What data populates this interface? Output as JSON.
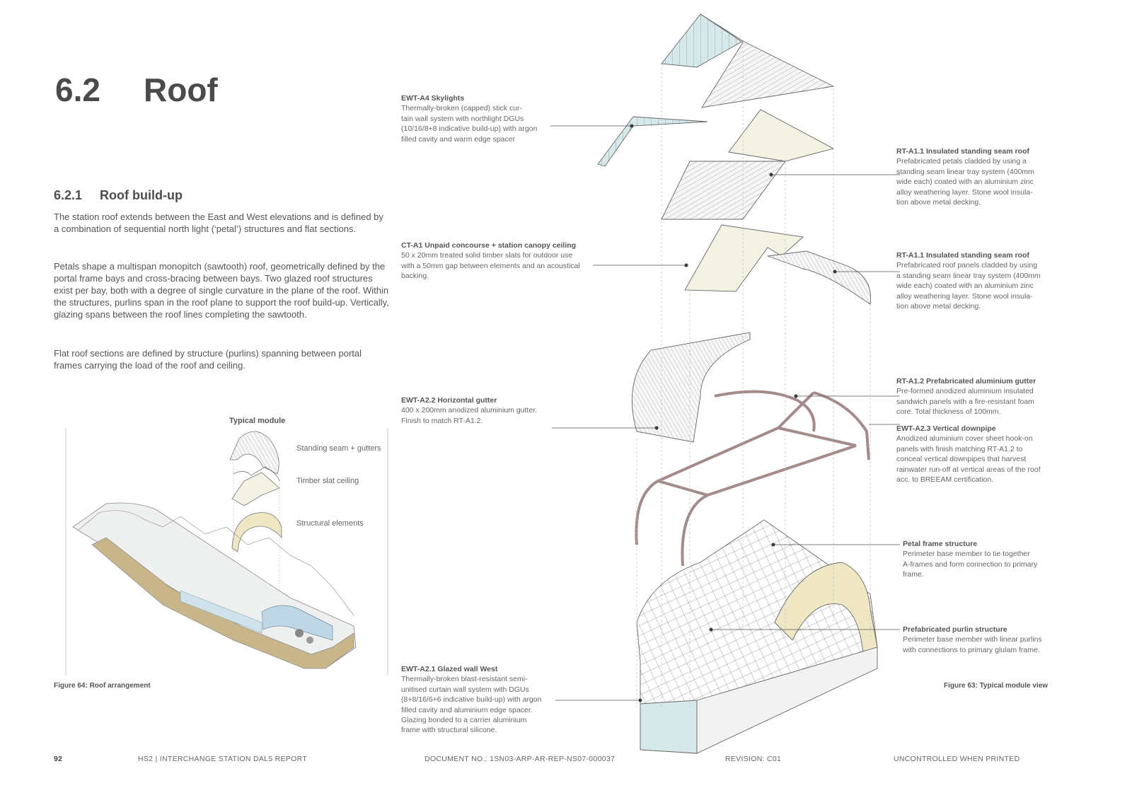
{
  "section": {
    "number": "6.2",
    "title": "Roof"
  },
  "subsection": {
    "number": "6.2.1",
    "title": "Roof build-up"
  },
  "paragraphs": [
    "The station roof extends between the East and West elevations and is defined by a combination of sequential north light (‘petal’) structures and flat sections.",
    "Petals shape a multispan monopitch (sawtooth) roof, geometrically defined by the portal frame bays and cross-bracing between bays. Two glazed roof structures exist per bay, both with a degree of single curvature in the plane of the roof. Within the structures, purlins span in the roof plane to support the roof build-up. Vertically, glazing spans between the roof lines completing the sawtooth.",
    "Flat roof sections are defined by structure (purlins) spanning between portal frames carrying the load of the roof and ceiling."
  ],
  "typical_module": {
    "title": "Typical module",
    "labels": [
      "Standing seam + gutters",
      "Timber slat ceiling",
      "Structural elements"
    ]
  },
  "captions": {
    "fig64": "Figure 64: Roof arrangement",
    "fig63": "Figure 63: Typical module view"
  },
  "callouts_left": [
    {
      "heading": "EWT-A4 Skylights",
      "body": "Thermally-broken (capped) stick cur-\ntain wall system with northlight DGUs\n(10/16/8+8 indicative build-up) with argon\nfilled cavity and warm edge spacer"
    },
    {
      "heading": "CT-A1 Unpaid concourse + station canopy ceiling",
      "body": "50 x 20mm treated solid timber slats for outdoor use\nwith a 50mm gap between elements and an acoustical\nbacking."
    },
    {
      "heading": "EWT-A2.2 Horizontal gutter",
      "body": "400 x 200mm anodized aluminium gutter.\nFinish to match RT-A1.2."
    },
    {
      "heading": "EWT-A2.1 Glazed wall West",
      "body": "Thermally-broken blast-resistant semi-\nunitised curtain wall system with DGUs\n(8+8/16/6+6 indicative build-up) with argon\nfilled cavity and aluminium edge spacer.\nGlazing bonded to a carrier aluminium\nframe with structural silicone."
    }
  ],
  "callouts_right": [
    {
      "heading": "RT-A1.1 Insulated standing seam roof",
      "body": "Prefabricated petals cladded by using a\nstanding seam linear tray system (400mm\nwide each) coated with an aluminium zinc\nalloy weathering layer. Stone wool insula-\ntion above metal decking."
    },
    {
      "heading": "RT-A1.1 Insulated standing seam roof",
      "body": "Prefabricated roof panels cladded by using\na standing seam linear tray system (400mm\nwide each) coated with an aluminium zinc\nalloy weathering layer. Stone wool insula-\ntion above metal decking."
    },
    {
      "heading": "RT-A1.2 Prefabricated aluminium gutter",
      "body": "Pre-formed anodized aluminium insulated\nsandwich panels with a fire-resistant foam\ncore. Total thickness  of 100mm."
    },
    {
      "heading": "EWT-A2.3 Vertical downpipe",
      "body": "Anodized aluminium cover sheet hook-on\npanels with finish matching RT-A1.2 to\nconceal vertical downpipes that harvest\nrainwater run-off at vertical areas of the roof\nacc. to BREEAM certification."
    },
    {
      "heading": "Petal frame structure",
      "body": "Perimeter base member to tie together\nA-frames and form connection to primary\nframe."
    },
    {
      "heading": "Prefabricated purlin structure",
      "body": "Perimeter base member with linear purlins\nwith connections to primary glulam frame."
    }
  ],
  "footer": {
    "page": "92",
    "report": "HS2 | INTERCHANGE STATION DAL5 REPORT",
    "document": "DOCUMENT NO.: 1SN03-ARP-AR-REP-NS07-000037",
    "revision": "REVISION: C01",
    "status": "UNCONTROLLED WHEN PRINTED"
  },
  "colors": {
    "glass": "#d6e8ea",
    "timber": "#f4f2e2",
    "gutter": "#a48a8a",
    "glulam": "#efe6c4",
    "line": "#555555"
  }
}
